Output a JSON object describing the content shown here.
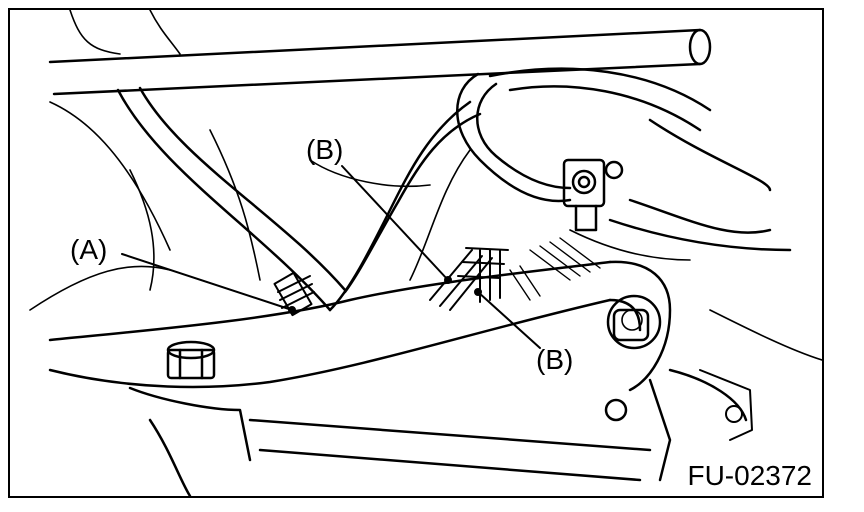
{
  "figure": {
    "callouts": {
      "a": "(A)",
      "b_upper": "(B)",
      "b_lower": "(B)"
    },
    "figure_id": "FU-02372"
  },
  "colors": {
    "ink": "#000000",
    "paper": "#ffffff"
  }
}
